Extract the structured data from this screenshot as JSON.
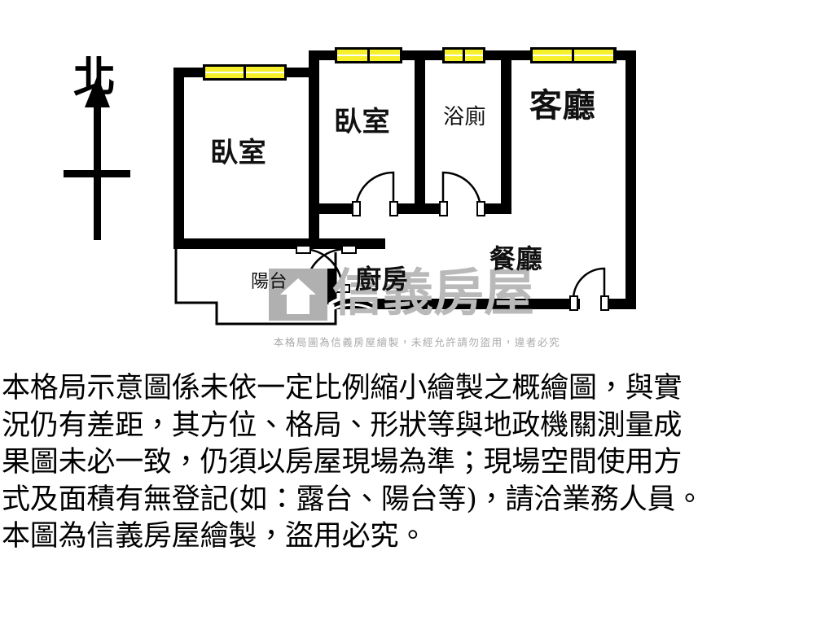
{
  "document": {
    "type": "floor-plan",
    "language": "zh-Hant"
  },
  "compass": {
    "north_label": "北",
    "direction": "up"
  },
  "rooms": [
    {
      "key": "bedroom_left",
      "label": "臥室"
    },
    {
      "key": "bedroom_mid",
      "label": "臥室"
    },
    {
      "key": "bathroom",
      "label": "浴廁"
    },
    {
      "key": "living_room",
      "label": "客廳"
    },
    {
      "key": "dining_room",
      "label": "餐廳"
    },
    {
      "key": "kitchen",
      "label": "廚房"
    },
    {
      "key": "balcony",
      "label": "陽台"
    }
  ],
  "watermark": {
    "text": "信義房屋",
    "color": "#b9b9b9"
  },
  "plan_copyright": "本格局圖為信義房屋繪製，未經允許請勿盜用，違者必究",
  "disclaimer": {
    "lines": [
      "本格局示意圖係未依一定比例縮小繪製之概繪圖，與實",
      "況仍有差距，其方位、格局、形狀等與地政機關測量成",
      "果圖未必一致，仍須以房屋現場為準；現場空間使用方",
      "式及面積有無登記(如：露台、陽台等)，請洽業務人員。",
      "本圖為信義房屋繪製，盜用必究。"
    ]
  },
  "legend": {
    "wall_color": "#000000",
    "window_color": "#f5f02a",
    "window_frame_color": "#000000",
    "background_color": "#ffffff"
  },
  "windows": [
    {
      "key": "window-bedroom-left",
      "panes": 2
    },
    {
      "key": "window-bedroom-mid",
      "panes": 2
    },
    {
      "key": "window-bathroom",
      "panes": 2
    },
    {
      "key": "window-living-room",
      "panes": 2
    }
  ],
  "doors": [
    {
      "key": "door-bedroom-mid"
    },
    {
      "key": "door-bathroom"
    },
    {
      "key": "door-kitchen-upper"
    },
    {
      "key": "door-kitchen-lower"
    },
    {
      "key": "door-entry"
    }
  ]
}
